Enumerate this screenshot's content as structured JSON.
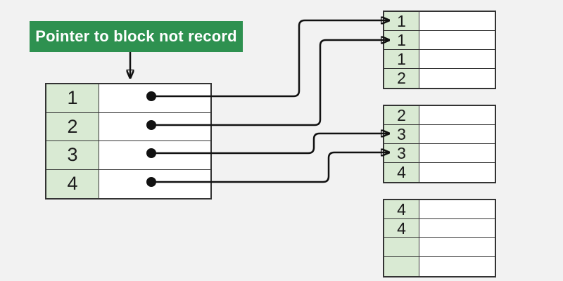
{
  "label": {
    "text": "Pointer to block not record"
  },
  "colors": {
    "background": "#f2f2f2",
    "label_bg": "#2e9150",
    "label_fg": "#ffffff",
    "key_cell_bg": "#d9ead3",
    "record_cell_bg": "#ffffff",
    "border": "#333333",
    "arrow": "#111111",
    "digit": "#1c1c1c"
  },
  "index_table": {
    "rows": [
      {
        "key": "1"
      },
      {
        "key": "2"
      },
      {
        "key": "3"
      },
      {
        "key": "4"
      }
    ]
  },
  "blocks": [
    {
      "id": "block-1",
      "rows": [
        "1",
        "1",
        "1",
        "2"
      ]
    },
    {
      "id": "block-2",
      "rows": [
        "2",
        "3",
        "3",
        "4"
      ]
    },
    {
      "id": "block-3",
      "rows": [
        "4",
        "4",
        "",
        ""
      ]
    }
  ],
  "connections": [
    {
      "from": "index-row-1",
      "to": "block-1-row-1"
    },
    {
      "from": "index-row-2",
      "to": "block-1-row-2"
    },
    {
      "from": "index-row-3",
      "to": "block-2-row-2"
    },
    {
      "from": "index-row-4",
      "to": "block-2-row-3"
    }
  ]
}
